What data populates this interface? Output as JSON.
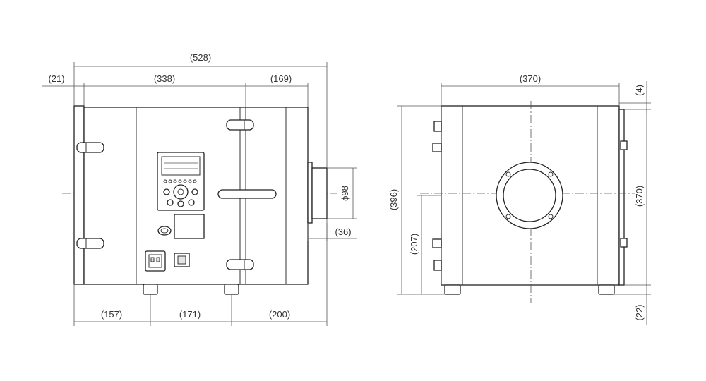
{
  "colors": {
    "line": "#222222",
    "text": "#333333",
    "shade": "#e4e4e4"
  },
  "front_view": {
    "dims": {
      "overall_width": "(528)",
      "flange_width": "(21)",
      "left_section": "(338)",
      "right_section": "(169)",
      "outlet_diameter": "ϕ98",
      "outlet_projection": "(36)",
      "foot_1": "(157)",
      "foot_2": "(171)",
      "foot_3": "(200)"
    }
  },
  "side_view": {
    "dims": {
      "overall_width": "(370)",
      "top_offset": "(4)",
      "overall_height": "(396)",
      "inlet_height": "(207)",
      "right_height": "(370)",
      "foot_height": "(22)"
    }
  }
}
